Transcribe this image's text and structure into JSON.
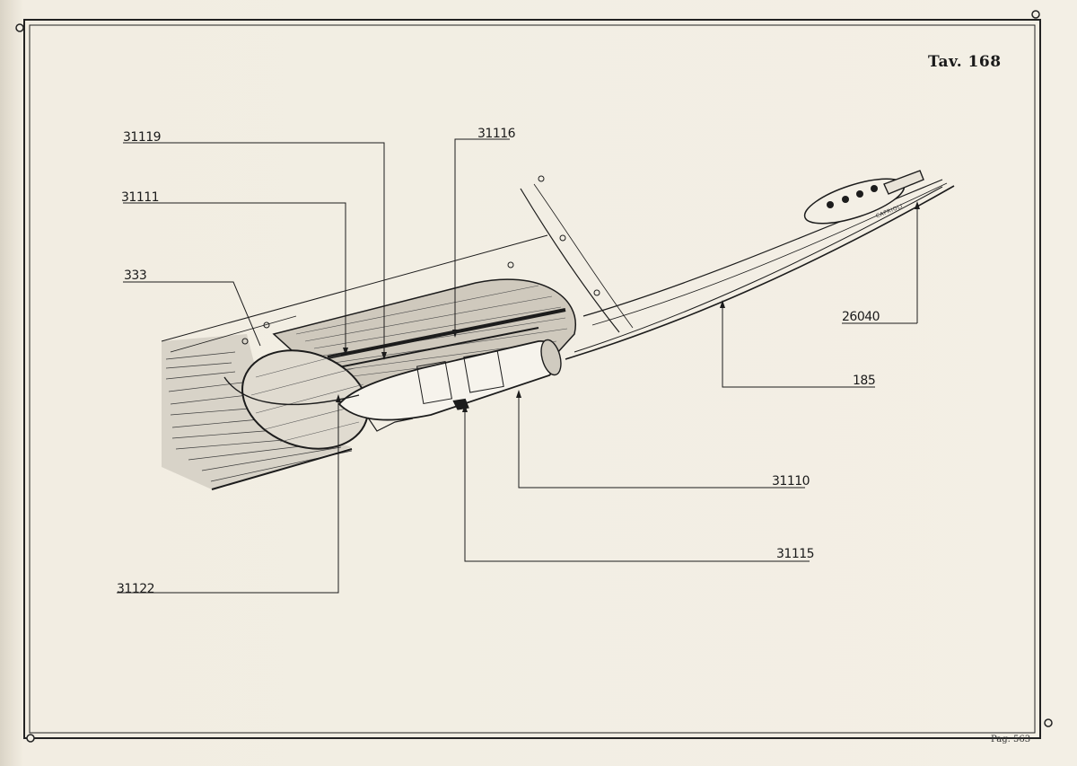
{
  "plate": {
    "title": "Tav. 168",
    "page_number": "Pag. 563",
    "signature": "CAPRIOLI"
  },
  "callouts": {
    "c31119": "31119",
    "c31116": "31116",
    "c31111": "31111",
    "c333": "333",
    "c26040": "26040",
    "c185": "185",
    "c31110": "31110",
    "c31115": "31115",
    "c31122": "31122"
  },
  "colors": {
    "ink": "#1c1c1c",
    "paper": "#f3efe5",
    "shade": "#d9d3c6"
  }
}
